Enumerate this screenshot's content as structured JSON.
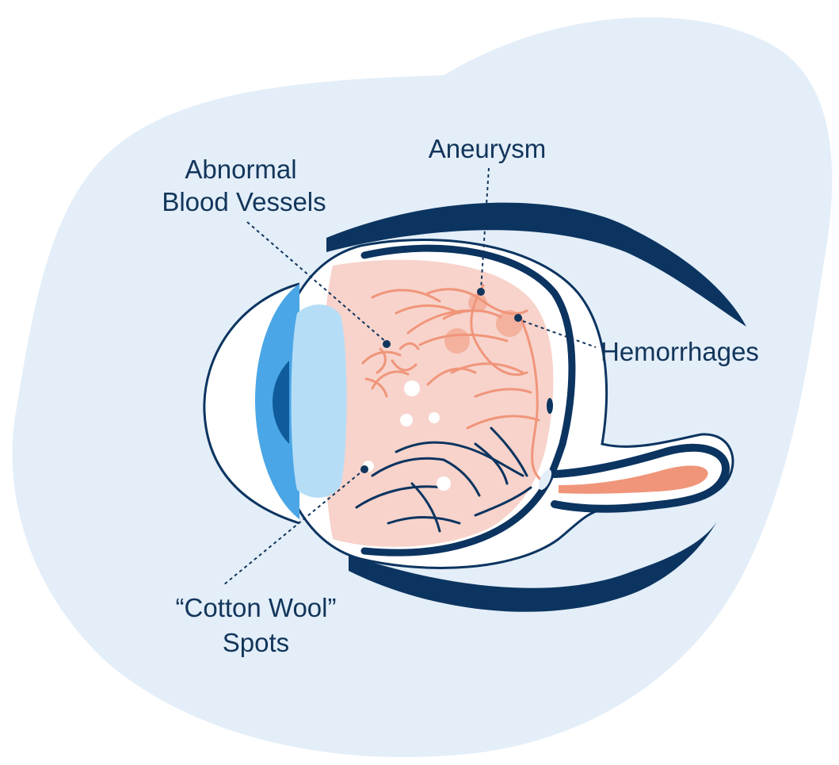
{
  "labels": {
    "abnormal_line1": "Abnormal",
    "abnormal_line2": "Blood Vessels",
    "aneurysm": "Aneurysm",
    "hemorrhages": "Hemorrhages",
    "cotton_line1": "“Cotton Wool”",
    "cotton_line2": "Spots"
  },
  "colors": {
    "background_blob": "#e3eef8",
    "navy": "#0c3460",
    "retina": "#f7d3cb",
    "vessel_orange": "#f0957a",
    "lens": "#b6ddf6",
    "cornea": "#4aa6e6",
    "pupil": "#0f5b9b",
    "spot": "#ffffff"
  },
  "icons": [
    "eye-cross-section-icon"
  ]
}
